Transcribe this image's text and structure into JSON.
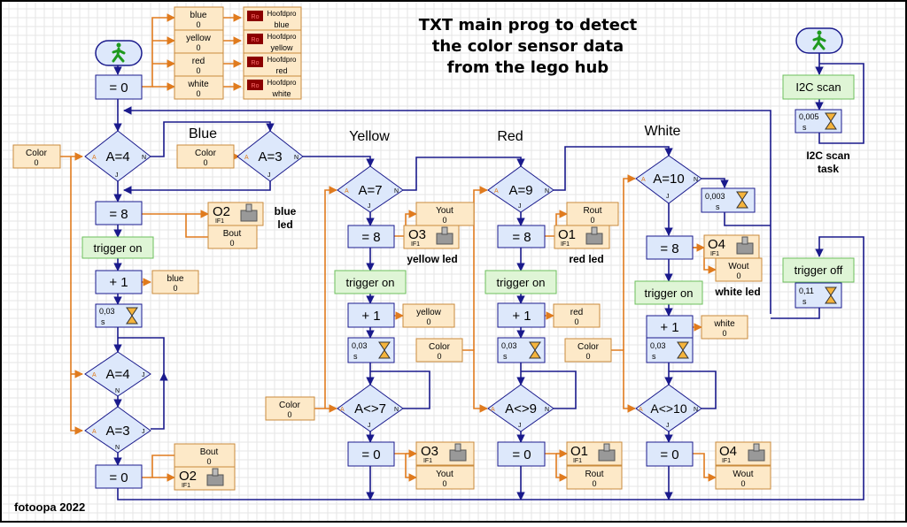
{
  "title": [
    "TXT main prog to detect",
    "the color sensor data",
    "from the lego hub"
  ],
  "credit": "fotoopa 2022",
  "section_labels": {
    "blue": "Blue",
    "yellow": "Yellow",
    "red": "Red",
    "white": "White"
  },
  "led_labels": {
    "blue": [
      "blue",
      "led"
    ],
    "yellow": "yellow led",
    "red": "red led",
    "white": "white led"
  },
  "i2c_task_label": [
    "I2C scan",
    "task"
  ],
  "top_vars": [
    {
      "name": "blue",
      "value": "0"
    },
    {
      "name": "yellow",
      "value": "0"
    },
    {
      "name": "red",
      "value": "0"
    },
    {
      "name": "white",
      "value": "0"
    }
  ],
  "top_displays": [
    {
      "title": "Hoofdpro",
      "text": "blue",
      "icon": "Ro"
    },
    {
      "title": "Hoofdpro",
      "text": "yellow",
      "icon": "Ro"
    },
    {
      "title": "Hoofdpro",
      "text": "red",
      "icon": "Ro"
    },
    {
      "title": "Hoofdpro",
      "text": "white",
      "icon": "Ro"
    }
  ],
  "assign_zero": "= 0",
  "assign_eight": "= 8",
  "plus_one": "+ 1",
  "green_boxes": {
    "trigger_on": "trigger on",
    "trigger_off": "trigger off",
    "i2c_scan": "I2C scan"
  },
  "waits": {
    "w003": "0,03",
    "w0003": "0,003",
    "w0005": "0,005",
    "w011": "0,11",
    "unit": "s"
  },
  "decisions": {
    "a4": "A=4",
    "a3": "A=3",
    "a7": "A=7",
    "a9": "A=9",
    "a10": "A=10",
    "ne7": "A<>7",
    "ne9": "A<>9",
    "ne10": "A<>10",
    "port_a": "A",
    "yes": "J",
    "no": "N"
  },
  "vars": {
    "color": "Color",
    "blue": "blue",
    "yellow": "yellow",
    "red": "red",
    "white": "white",
    "bout": "Bout",
    "yout": "Yout",
    "rout": "Rout",
    "wout": "Wout",
    "zero": "0"
  },
  "outputs": {
    "o1": "O1",
    "o2": "O2",
    "o3": "O3",
    "o4": "O4",
    "if1": "IF1"
  },
  "colors": {
    "flow": "#1a1a8c",
    "data": "#e07b1e",
    "box_blue": "#dde8fb",
    "box_orange": "#fde9c8",
    "box_green": "#dff5d6"
  }
}
